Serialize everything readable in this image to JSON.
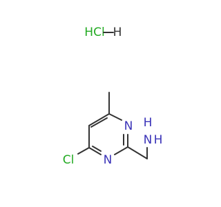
{
  "salt": {
    "label": "HCl",
    "partner_label": "H"
  },
  "atoms": {
    "ring_n_top": "N",
    "ring_n_bottom": "N",
    "chlorine": "Cl",
    "amine_n": "N",
    "amine_h_top": "H",
    "amine_h_side": "H"
  },
  "colors": {
    "nitrogen": "#3a33b8",
    "chlorine": "#22aa22",
    "bond": "#333333"
  }
}
